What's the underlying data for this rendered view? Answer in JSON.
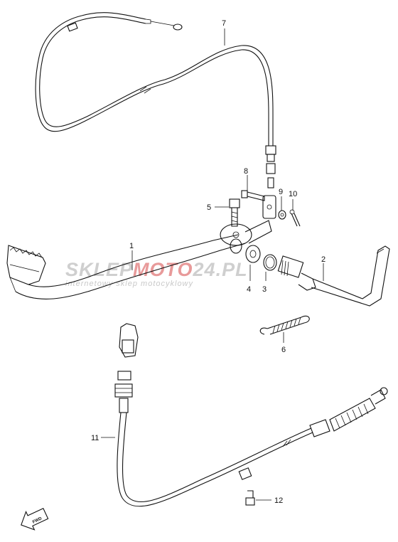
{
  "watermark": {
    "brand_part1": "SKLEP",
    "brand_part2": "MOTO",
    "brand_part3": "24.PL",
    "tagline": "internetowy sklep motocyklowy",
    "colors": {
      "grey": "#c8c8c8",
      "red": "#e57373"
    }
  },
  "fwd_arrow_label": "FWD",
  "callouts": {
    "c1": "1",
    "c2": "2",
    "c3": "3",
    "c4": "4",
    "c5": "5",
    "c6": "6",
    "c7": "7",
    "c8": "8",
    "c9": "9",
    "c10": "10",
    "c11": "11",
    "c12": "12"
  }
}
